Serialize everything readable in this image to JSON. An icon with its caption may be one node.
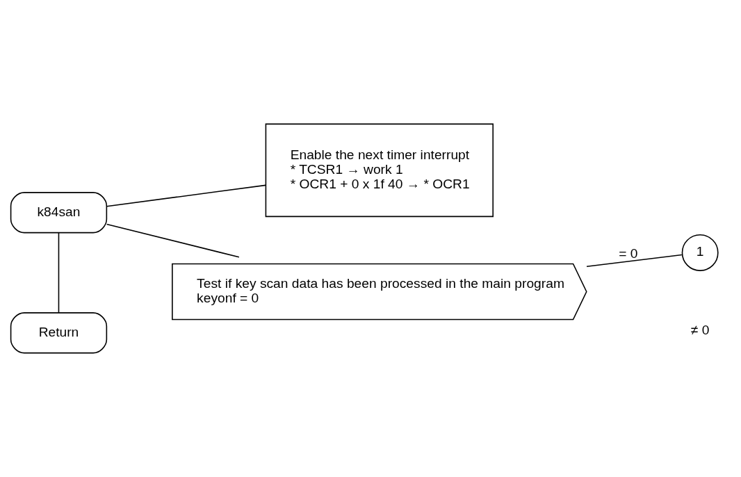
{
  "diagram": {
    "nodes": [
      {
        "text": [
          "k84san"
        ]
      },
      {
        "text": [
          "Enable the next timer interrupt",
          "* TCSR1 → work 1",
          "* OCR1 + 0 x 1f 40 → * OCR1"
        ]
      },
      {
        "text": [
          "Test if key scan data has been processed in the main program",
          "keyonf = 0"
        ]
      },
      {
        "text": [
          "1"
        ]
      },
      {
        "text": [
          "Return"
        ]
      }
    ],
    "edges": [
      {
        "from": 0,
        "to": 1,
        "arrow": "none"
      },
      {
        "from": 0,
        "to": 2,
        "arrow": "none"
      },
      {
        "from": 0,
        "to": 4,
        "arrow": "none"
      },
      {
        "from": 2,
        "to": 3,
        "arrow": "none",
        "label": "= 0"
      }
    ],
    "labels": [
      "≠ 0"
    ]
  }
}
